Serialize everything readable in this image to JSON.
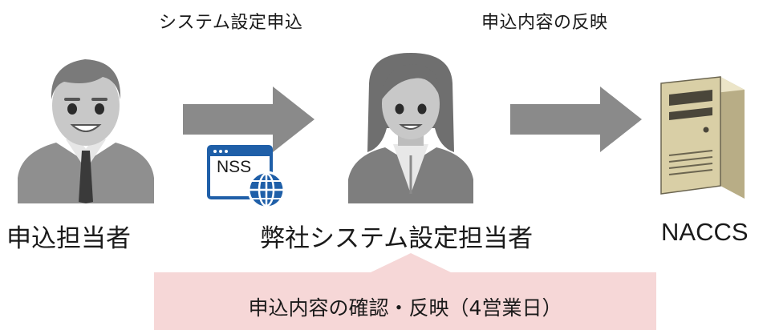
{
  "steps": {
    "step1_label": "システム設定申込",
    "step2_label": "申込内容の反映"
  },
  "actors": {
    "applicant": "申込担当者",
    "setup_person": "弊社システム設定担当者",
    "system": "NACCS"
  },
  "app_icon": {
    "label": "NSS"
  },
  "callout": {
    "text": "申込内容の確認・反映（4営業日）"
  },
  "colors": {
    "arrow": "#8a8a8a",
    "person": "#8f8f8f",
    "callout_bg": "#f6d7d7",
    "app_blue": "#1f5fa8",
    "server": "#d9cfa6"
  }
}
